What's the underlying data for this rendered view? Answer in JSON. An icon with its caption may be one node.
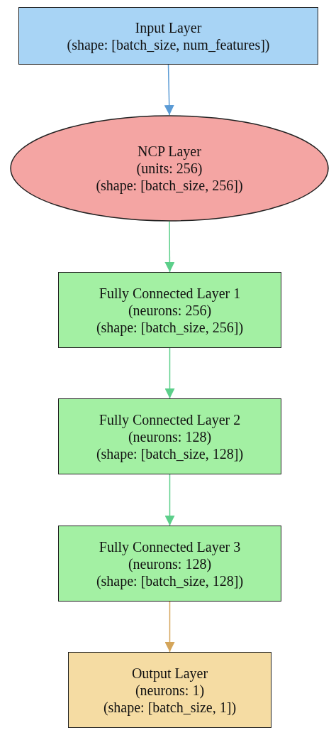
{
  "diagram": {
    "nodes": [
      {
        "text": [
          "Input Layer",
          "(shape: [batch_size, num_features])"
        ]
      },
      {
        "text": [
          "NCP Layer",
          "(units: 256)",
          "(shape: [batch_size, 256])"
        ]
      },
      {
        "text": [
          "Fully Connected Layer 1",
          "(neurons: 256)",
          "(shape: [batch_size, 256])"
        ]
      },
      {
        "text": [
          "Fully Connected Layer 2",
          "(neurons: 128)",
          "(shape: [batch_size, 128])"
        ]
      },
      {
        "text": [
          "Fully Connected Layer 3",
          "(neurons: 128)",
          "(shape: [batch_size, 128])"
        ]
      },
      {
        "text": [
          "Output Layer",
          "(neurons: 1)",
          "(shape: [batch_size, 1])"
        ]
      }
    ],
    "edges": [
      {
        "from": 0,
        "to": 1,
        "arrow": "to",
        "color": "#5b9bd5"
      },
      {
        "from": 1,
        "to": 2,
        "arrow": "to"
      },
      {
        "from": 2,
        "to": 3,
        "arrow": "to"
      },
      {
        "from": 3,
        "to": 4,
        "arrow": "to"
      },
      {
        "from": 4,
        "to": 5,
        "arrow": "to",
        "color": "#d4a55a"
      }
    ]
  }
}
